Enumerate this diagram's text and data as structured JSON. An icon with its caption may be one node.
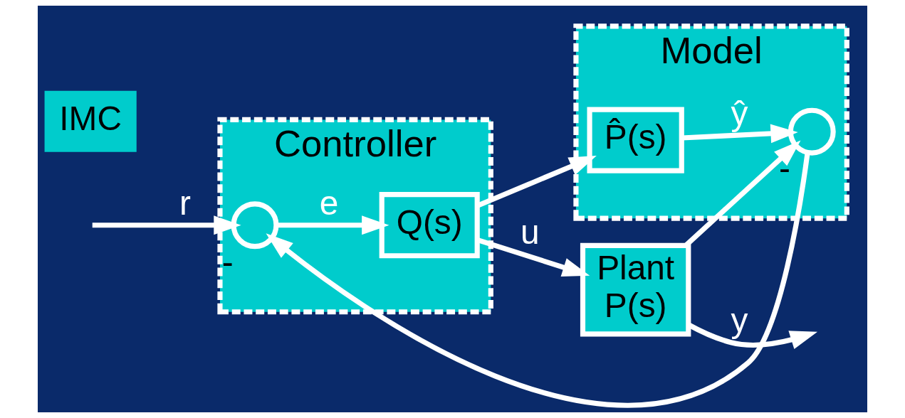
{
  "diagram": {
    "nodes": [
      {
        "text": [
          "Controller"
        ]
      },
      {
        "text": [],
        "shape": "circle",
        "in": 0,
        "beside": [
          "-"
        ]
      },
      {
        "text": [
          "Q(s)"
        ],
        "in": 0
      },
      {
        "text": [
          "Model"
        ]
      },
      {
        "text": [
          "P̂(s)"
        ],
        "in": 3
      },
      {
        "text": [],
        "shape": "circle",
        "in": 3,
        "beside": [
          "-"
        ]
      },
      {
        "text": [
          "Plant",
          "P(s)"
        ]
      }
    ],
    "edges": [
      {
        "from": null,
        "to": 1,
        "arrow": "to",
        "label": "r"
      },
      {
        "from": 1,
        "to": 2,
        "arrow": "to",
        "label": "e"
      },
      {
        "from": 2,
        "to": 6,
        "arrow": "to",
        "label": "u"
      },
      {
        "from": 2,
        "to": 4,
        "arrow": "to"
      },
      {
        "from": 6,
        "to": null,
        "arrow": "to",
        "label": "y"
      },
      {
        "from": 6,
        "to": 5,
        "arrow": "to"
      },
      {
        "from": 4,
        "to": 5,
        "arrow": "to",
        "label": "ŷ"
      },
      {
        "from": 5,
        "to": 1,
        "arrow": "to"
      }
    ],
    "labels": [
      "IMC"
    ]
  }
}
